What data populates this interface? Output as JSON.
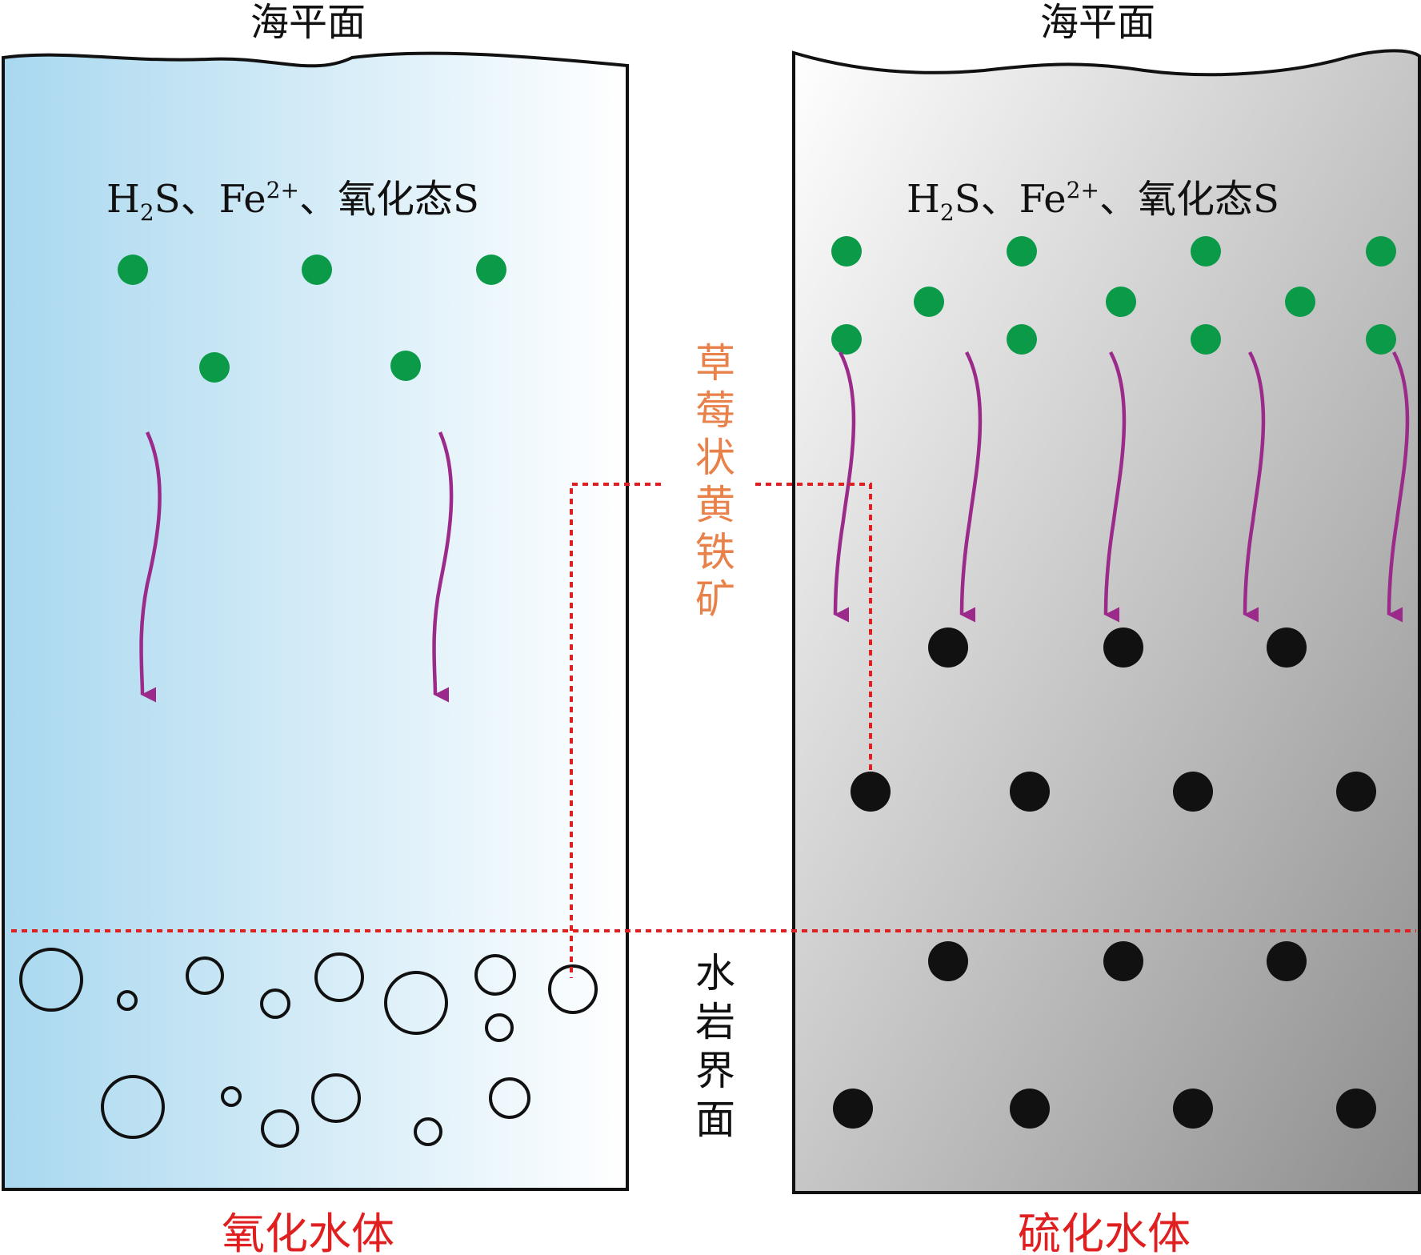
{
  "left_panel": {
    "sea_level": "海平面",
    "species": {
      "h": "H",
      "h_sub": "2",
      "s_sep": "S、Fe",
      "fe_sup": "2+",
      "rest": "、氧化态S"
    },
    "caption": "氧化水体",
    "gradient_colors": [
      "#a9d8ef",
      "#ffffff"
    ]
  },
  "right_panel": {
    "sea_level": "海平面",
    "species": {
      "h": "H",
      "h_sub": "2",
      "s_sep": "S、Fe",
      "fe_sup": "2+",
      "rest": "、氧化态S"
    },
    "caption": "硫化水体",
    "gradient_colors": [
      "#ffffff",
      "#8e8e8e"
    ]
  },
  "center_labels": {
    "framboidal_pyrite": [
      "草",
      "莓",
      "状",
      "黄",
      "铁",
      "矿"
    ],
    "water_rock_interface": [
      "水",
      "岩",
      "界",
      "面"
    ]
  },
  "colors": {
    "green_dot": "#0a9a48",
    "arrow": "#9c2a8a",
    "pyrite_label": "#e8824a",
    "caption": "#e02020",
    "dashed_line": "#e02020",
    "pyrite_dot": "#111111"
  }
}
